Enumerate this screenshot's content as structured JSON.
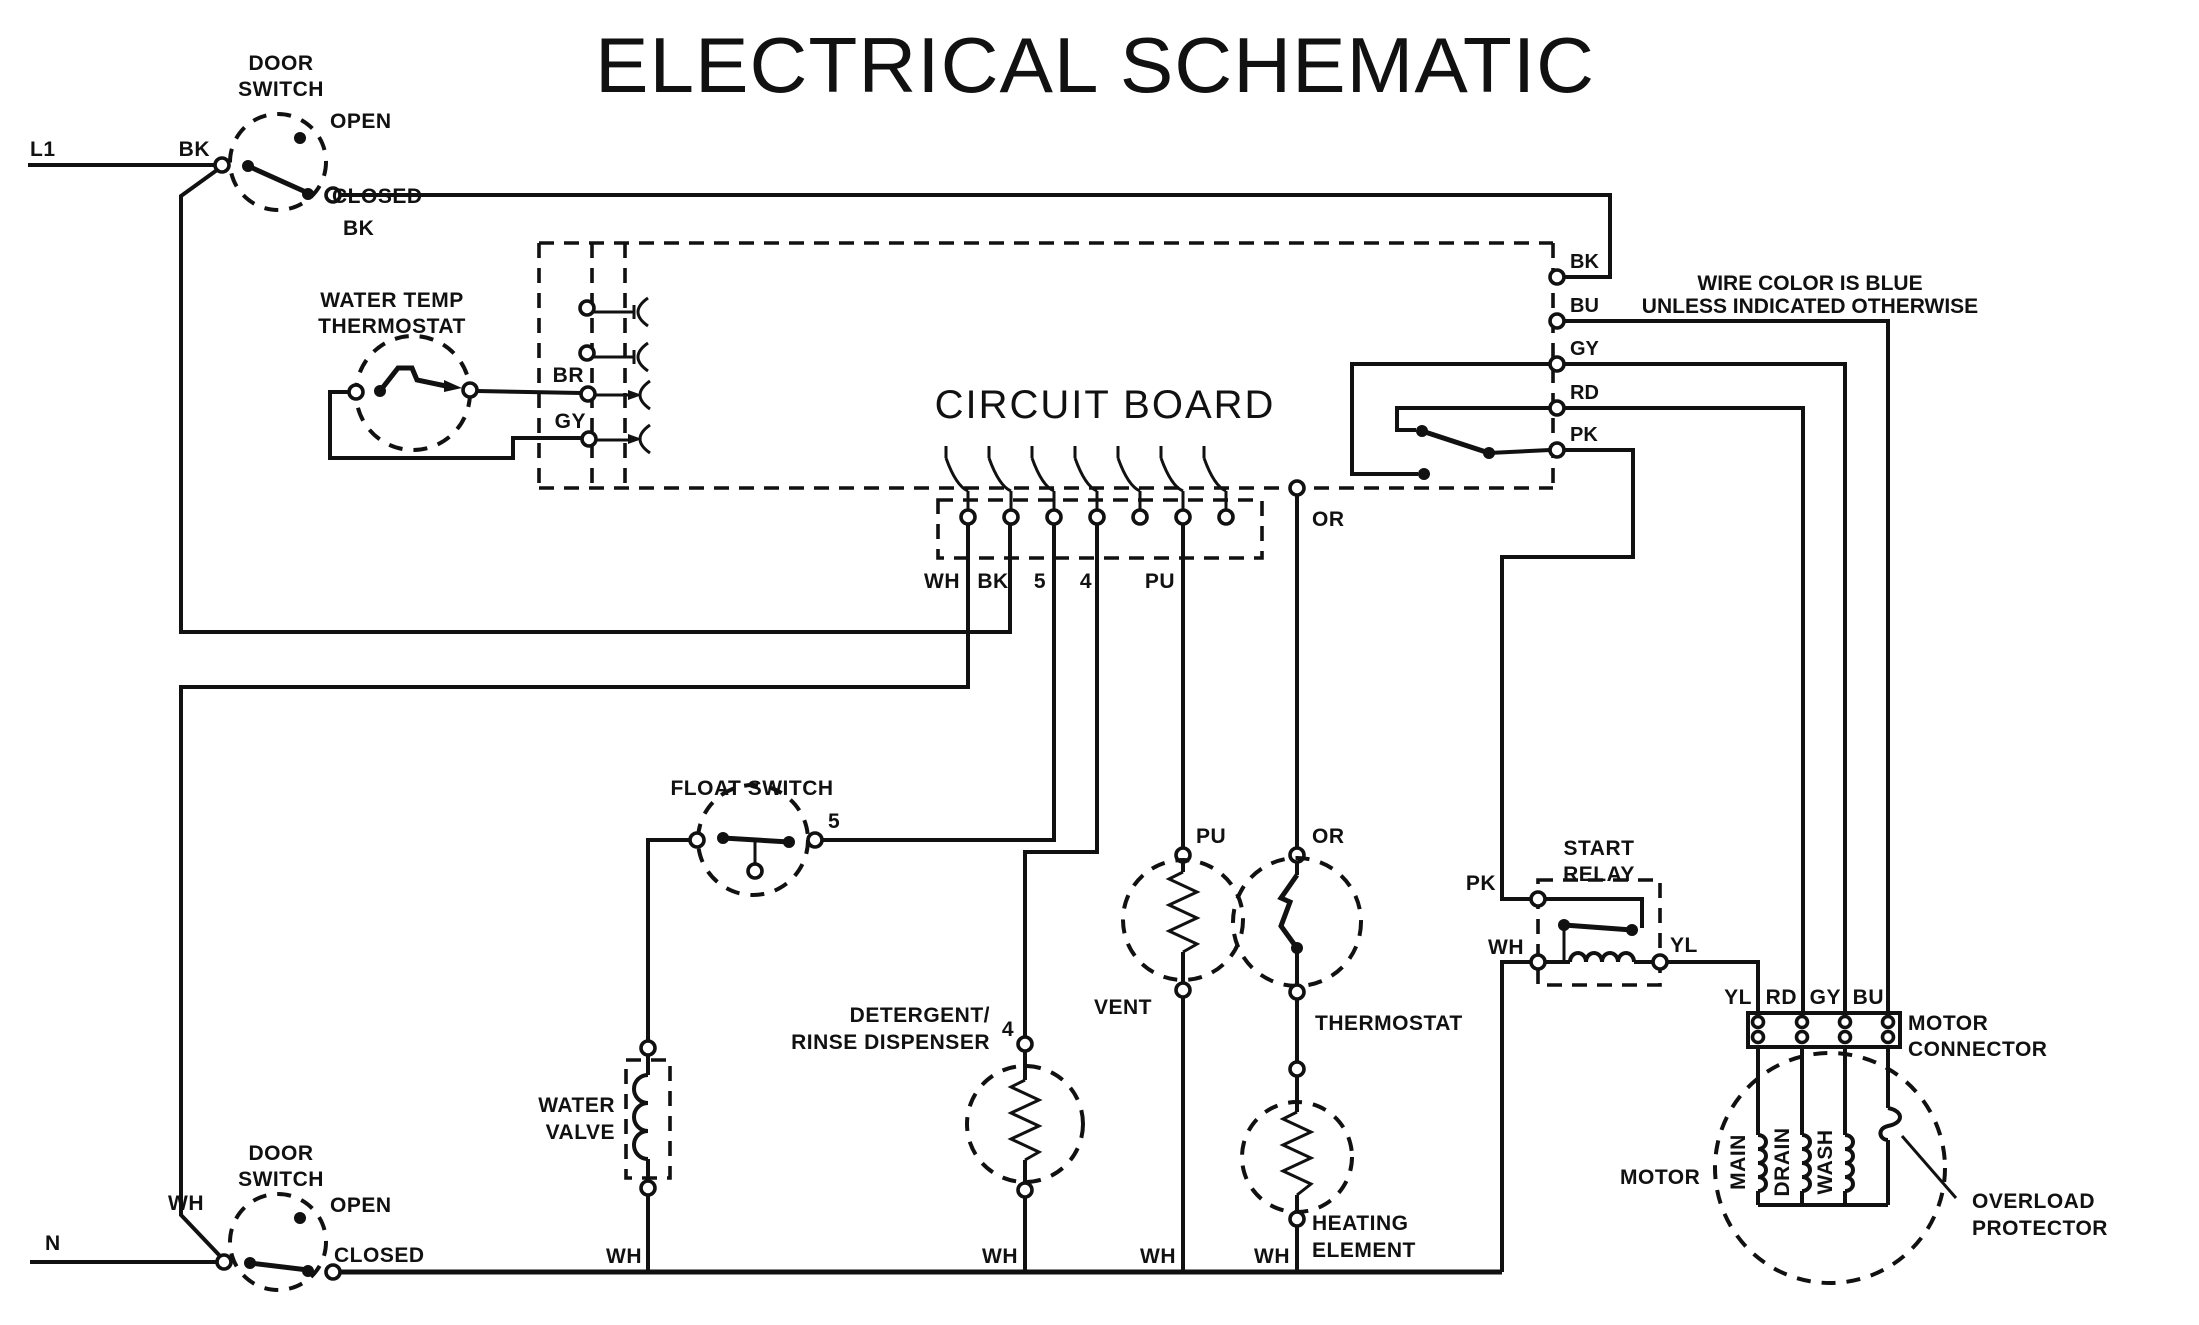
{
  "title": "ELECTRICAL SCHEMATIC",
  "note": {
    "line1": "WIRE COLOR IS BLUE",
    "line2": "UNLESS INDICATED OTHERWISE"
  },
  "circuit_board": {
    "label": "CIRCUIT BOARD",
    "right_terminals": {
      "bk": "BK",
      "bu": "BU",
      "gy": "GY",
      "rd": "RD",
      "pk": "PK"
    },
    "connector": {
      "wh": "WH",
      "bk": "BK",
      "n5": "5",
      "n4": "4",
      "pu": "PU"
    },
    "or_out": "OR"
  },
  "door_switch_top": {
    "line1": "DOOR",
    "line2": "SWITCH",
    "open": "OPEN",
    "closed": "CLOSED",
    "l1": "L1",
    "bk_in": "BK",
    "bk_out": "BK"
  },
  "door_switch_bottom": {
    "line1": "DOOR",
    "line2": "SWITCH",
    "open": "OPEN",
    "closed": "CLOSED",
    "n": "N",
    "wh": "WH"
  },
  "water_temp_thermostat": {
    "line1": "WATER TEMP",
    "line2": "THERMOSTAT",
    "br": "BR",
    "gy": "GY"
  },
  "float_switch": {
    "label": "FLOAT SWITCH",
    "n5": "5"
  },
  "water_valve": {
    "line1": "WATER",
    "line2": "VALVE",
    "wh": "WH"
  },
  "dispenser": {
    "line1": "DETERGENT/",
    "line2": "RINSE DISPENSER",
    "n4": "4",
    "wh": "WH"
  },
  "vent": {
    "label": "VENT",
    "pu": "PU",
    "wh": "WH"
  },
  "thermostat": {
    "label": "THERMOSTAT",
    "or_in": "OR"
  },
  "heating_element": {
    "line1": "HEATING",
    "line2": "ELEMENT",
    "wh": "WH"
  },
  "start_relay": {
    "line1": "START",
    "line2": "RELAY",
    "pk": "PK",
    "wh": "WH",
    "yl": "YL"
  },
  "motor_connector": {
    "line1": "MOTOR",
    "line2": "CONNECTOR",
    "yl": "YL",
    "rd": "RD",
    "gy": "GY",
    "bu": "BU"
  },
  "motor": {
    "label": "MOTOR",
    "main": "MAIN",
    "drain": "DRAIN",
    "wash": "WASH"
  },
  "overload": {
    "line1": "OVERLOAD",
    "line2": "PROTECTOR"
  }
}
